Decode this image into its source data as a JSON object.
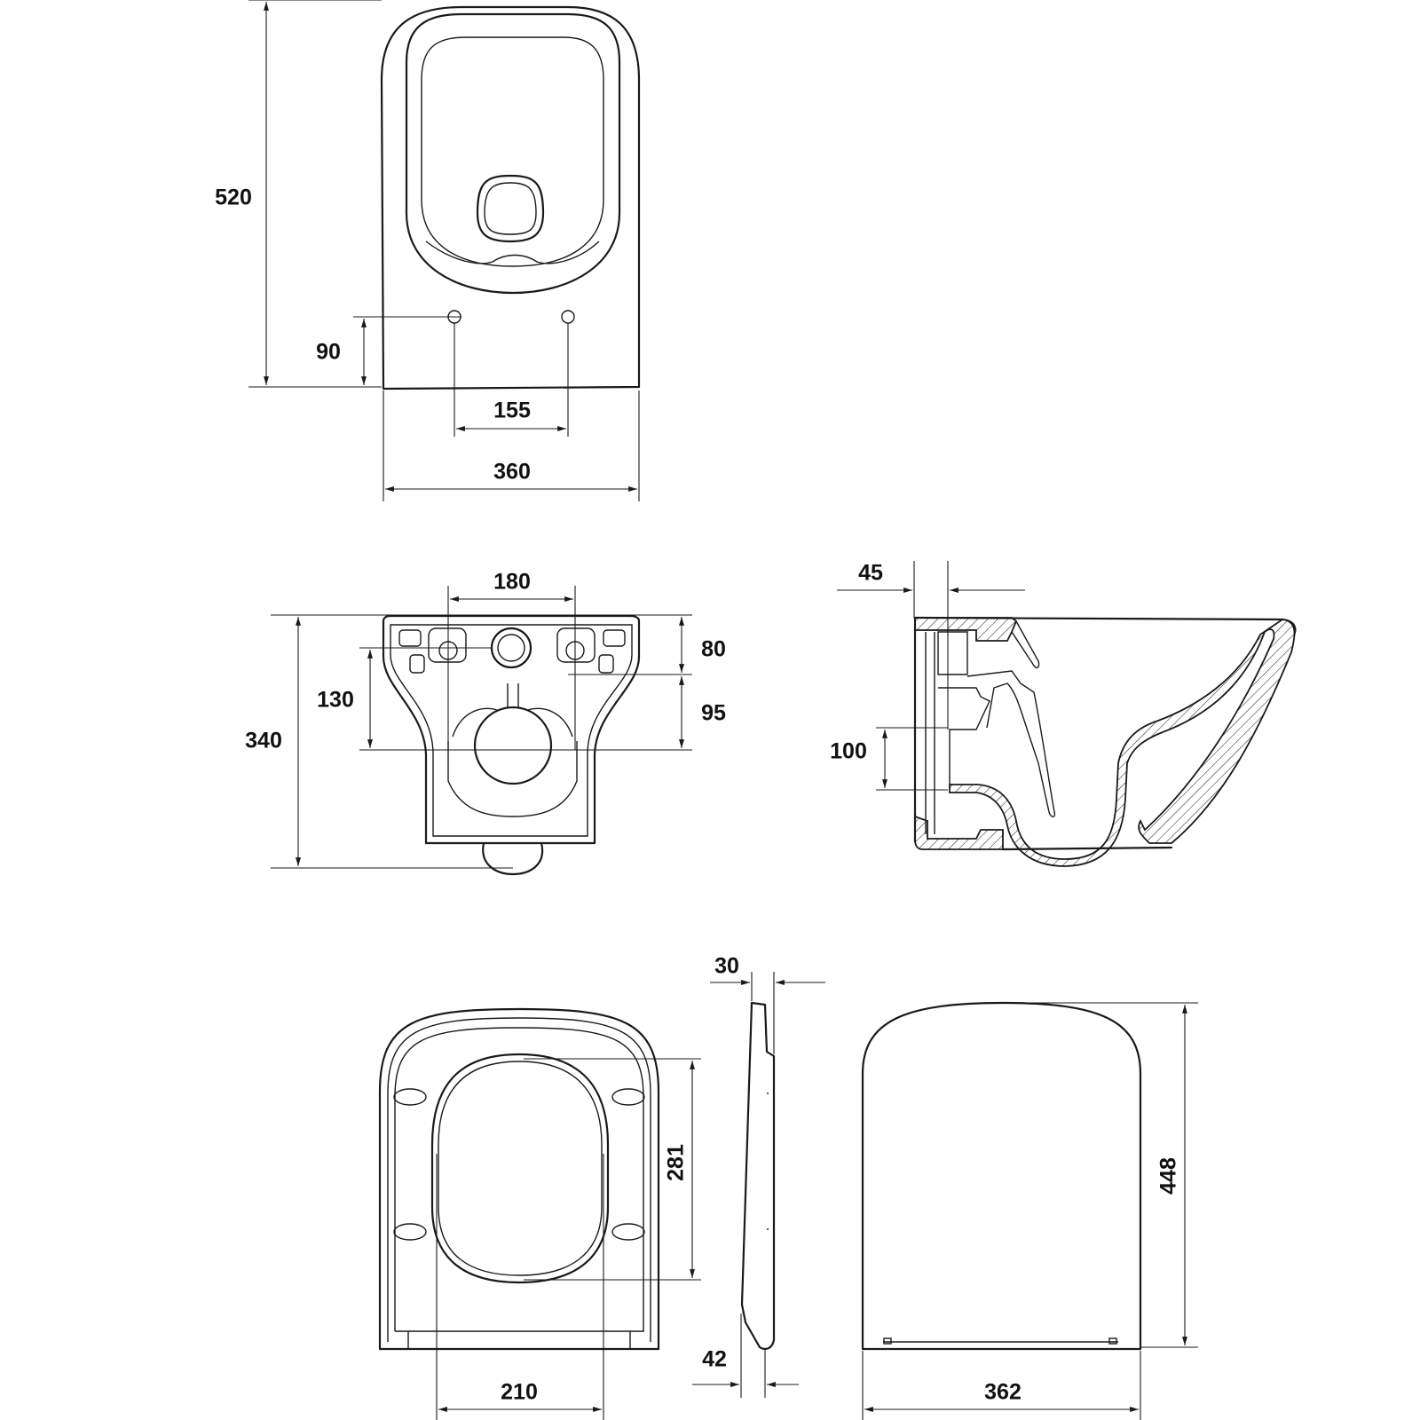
{
  "drawing": {
    "views": [
      "top-view",
      "rear-view",
      "side-section",
      "seat-top-view",
      "seat-side-view",
      "lid-view"
    ],
    "dimensions": {
      "top_length": "520",
      "top_hole_height": "90",
      "top_hole_spacing": "155",
      "top_width": "360",
      "rear_bolt_spacing": "180",
      "rear_inlet_height": "80",
      "rear_bolt_to_outlet": "95",
      "rear_inlet_to_outlet": "130",
      "rear_height": "340",
      "side_wall_offset": "45",
      "side_outlet_diameter": "100",
      "seat_inner_length": "281",
      "seat_inner_width": "210",
      "seat_thickness_top": "30",
      "seat_thickness_bottom": "42",
      "lid_length": "448",
      "lid_width": "362"
    },
    "line_color": "#1a1a1a"
  }
}
